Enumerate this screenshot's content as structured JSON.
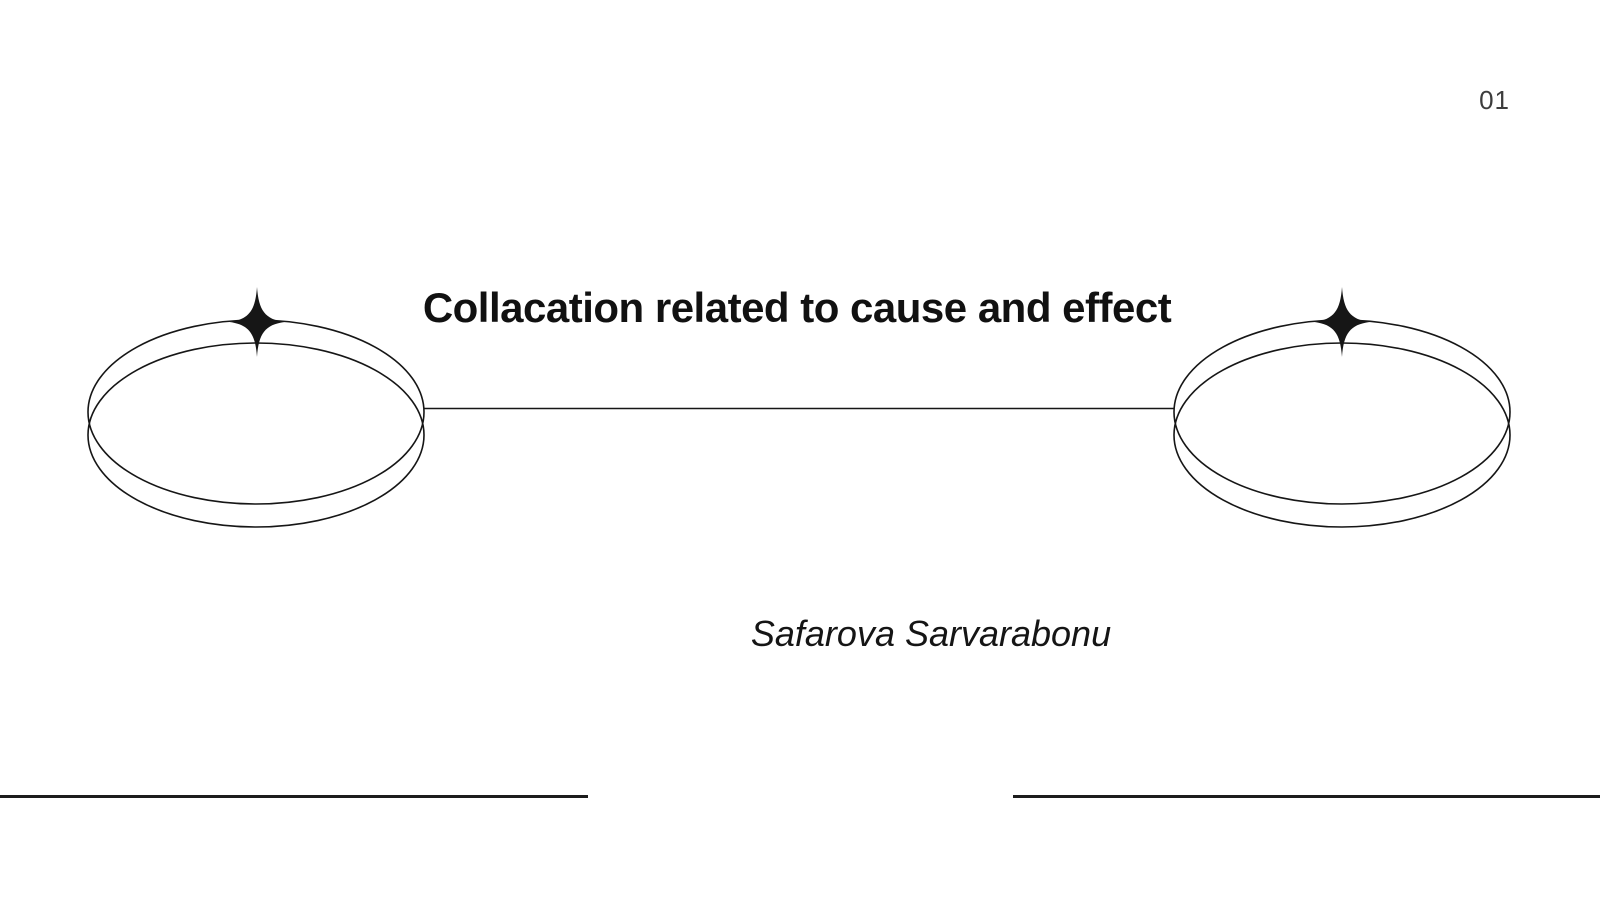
{
  "slide": {
    "page_number": "01",
    "title": "Collacation related to cause and effect",
    "author": "Safarova Sarvarabonu"
  },
  "colors": {
    "background": "#ffffff",
    "ink": "#161616",
    "rule": "#1c1c1c",
    "page_number": "#3d3d3d"
  },
  "decor": {
    "left_node": "double-ellipse-ring",
    "right_node": "double-ellipse-ring",
    "sparkle_icon": "four-point-star",
    "connector": "horizontal-line"
  }
}
